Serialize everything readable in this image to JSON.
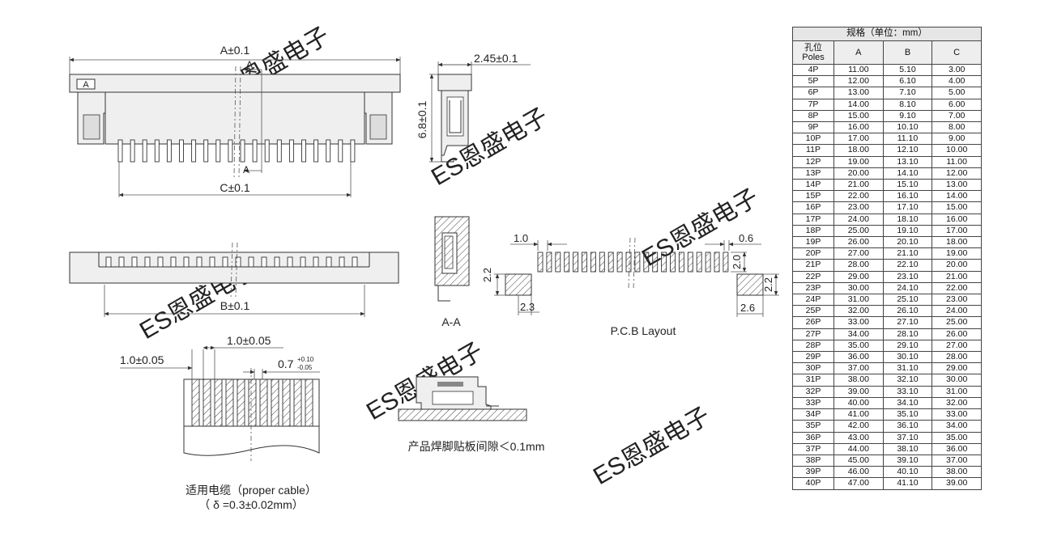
{
  "watermark": "ES恩盛电子",
  "views": {
    "top": {
      "dim_a": "A±0.1",
      "section_mark": "A",
      "box_label": "A",
      "dim_c": "C±0.1"
    },
    "side": {
      "dim_width": "2.45±0.1",
      "dim_height": "6.8±0.1"
    },
    "bottom": {
      "dim_b": "B±0.1"
    },
    "section": {
      "label": "A-A"
    },
    "pcb": {
      "label": "P.C.B Layout",
      "pitch": "1.0",
      "pad_width": "0.6",
      "pad_length": "2.0",
      "anchor_h_left": "2.2",
      "anchor_w_left": "2.3",
      "anchor_h_right": "2.2",
      "anchor_w_right": "2.6"
    },
    "cable": {
      "pitch": "1.0±0.05",
      "edge": "1.0±0.05",
      "conductor": "0.7",
      "tol_plus": "+0.10",
      "tol_minus": "-0.05",
      "caption_1": "适用电缆（proper cable）",
      "caption_2": "（ δ =0.3±0.02mm）"
    },
    "solder": {
      "caption": "产品焊脚贴板间隙＜0.1mm"
    }
  },
  "spec_table": {
    "title": "规格（单位：mm）",
    "head_cn": "孔位",
    "head_en": "Poles",
    "col_a": "A",
    "col_b": "B",
    "col_c": "C",
    "rows": [
      {
        "p": "4P",
        "a": "11.00",
        "b": "5.10",
        "c": "3.00"
      },
      {
        "p": "5P",
        "a": "12.00",
        "b": "6.10",
        "c": "4.00"
      },
      {
        "p": "6P",
        "a": "13.00",
        "b": "7.10",
        "c": "5.00"
      },
      {
        "p": "7P",
        "a": "14.00",
        "b": "8.10",
        "c": "6.00"
      },
      {
        "p": "8P",
        "a": "15.00",
        "b": "9.10",
        "c": "7.00"
      },
      {
        "p": "9P",
        "a": "16.00",
        "b": "10.10",
        "c": "8.00"
      },
      {
        "p": "10P",
        "a": "17.00",
        "b": "11.10",
        "c": "9.00"
      },
      {
        "p": "11P",
        "a": "18.00",
        "b": "12.10",
        "c": "10.00"
      },
      {
        "p": "12P",
        "a": "19.00",
        "b": "13.10",
        "c": "11.00"
      },
      {
        "p": "13P",
        "a": "20.00",
        "b": "14.10",
        "c": "12.00"
      },
      {
        "p": "14P",
        "a": "21.00",
        "b": "15.10",
        "c": "13.00"
      },
      {
        "p": "15P",
        "a": "22.00",
        "b": "16.10",
        "c": "14.00"
      },
      {
        "p": "16P",
        "a": "23.00",
        "b": "17.10",
        "c": "15.00"
      },
      {
        "p": "17P",
        "a": "24.00",
        "b": "18.10",
        "c": "16.00"
      },
      {
        "p": "18P",
        "a": "25.00",
        "b": "19.10",
        "c": "17.00"
      },
      {
        "p": "19P",
        "a": "26.00",
        "b": "20.10",
        "c": "18.00"
      },
      {
        "p": "20P",
        "a": "27.00",
        "b": "21.10",
        "c": "19.00"
      },
      {
        "p": "21P",
        "a": "28.00",
        "b": "22.10",
        "c": "20.00"
      },
      {
        "p": "22P",
        "a": "29.00",
        "b": "23.10",
        "c": "21.00"
      },
      {
        "p": "23P",
        "a": "30.00",
        "b": "24.10",
        "c": "22.00"
      },
      {
        "p": "24P",
        "a": "31.00",
        "b": "25.10",
        "c": "23.00"
      },
      {
        "p": "25P",
        "a": "32.00",
        "b": "26.10",
        "c": "24.00"
      },
      {
        "p": "26P",
        "a": "33.00",
        "b": "27.10",
        "c": "25.00"
      },
      {
        "p": "27P",
        "a": "34.00",
        "b": "28.10",
        "c": "26.00"
      },
      {
        "p": "28P",
        "a": "35.00",
        "b": "29.10",
        "c": "27.00"
      },
      {
        "p": "29P",
        "a": "36.00",
        "b": "30.10",
        "c": "28.00"
      },
      {
        "p": "30P",
        "a": "37.00",
        "b": "31.10",
        "c": "29.00"
      },
      {
        "p": "31P",
        "a": "38.00",
        "b": "32.10",
        "c": "30.00"
      },
      {
        "p": "32P",
        "a": "39.00",
        "b": "33.10",
        "c": "31.00"
      },
      {
        "p": "33P",
        "a": "40.00",
        "b": "34.10",
        "c": "32.00"
      },
      {
        "p": "34P",
        "a": "41.00",
        "b": "35.10",
        "c": "33.00"
      },
      {
        "p": "35P",
        "a": "42.00",
        "b": "36.10",
        "c": "34.00"
      },
      {
        "p": "36P",
        "a": "43.00",
        "b": "37.10",
        "c": "35.00"
      },
      {
        "p": "37P",
        "a": "44.00",
        "b": "38.10",
        "c": "36.00"
      },
      {
        "p": "38P",
        "a": "45.00",
        "b": "39.10",
        "c": "37.00"
      },
      {
        "p": "39P",
        "a": "46.00",
        "b": "40.10",
        "c": "38.00"
      },
      {
        "p": "40P",
        "a": "47.00",
        "b": "41.10",
        "c": "39.00"
      }
    ]
  }
}
